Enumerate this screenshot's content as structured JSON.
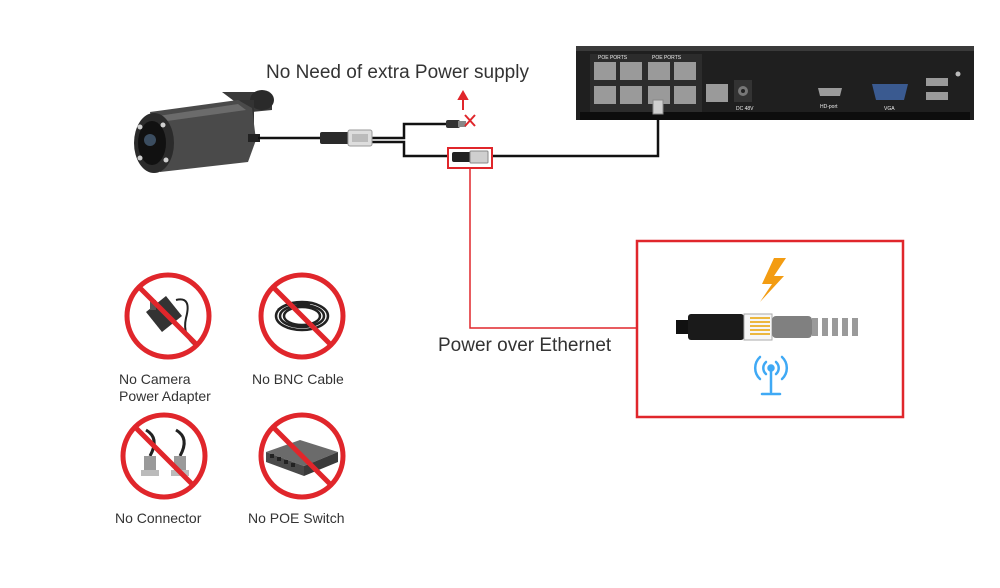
{
  "labels": {
    "no_extra_power": "No Need of extra Power supply",
    "power_over_ethernet": "Power over Ethernet",
    "no_adapter_line1": "No Camera",
    "no_adapter_line2": "Power Adapter",
    "no_bnc": "No BNC Cable",
    "no_connector": "No Connector",
    "no_poe_switch": "No POE Switch"
  },
  "nvr_labels": {
    "poe_ports_1": "POE PORTS",
    "poe_ports_2": "POE PORTS",
    "hd_port": "HD-port",
    "vga": "VGA",
    "dc": "DC 48V"
  },
  "colors": {
    "accent_red": "#e0262b",
    "lightning": "#f39c12",
    "wifi_blue": "#3fa9f5",
    "cable": "#111111"
  },
  "icons": [
    "camera-icon",
    "nvr-icon",
    "power-adapter-icon",
    "bnc-cable-icon",
    "bnc-connector-icon",
    "poe-switch-icon",
    "lightning-icon",
    "rj45-plug-icon",
    "wifi-antenna-icon",
    "prohibited-icon"
  ]
}
